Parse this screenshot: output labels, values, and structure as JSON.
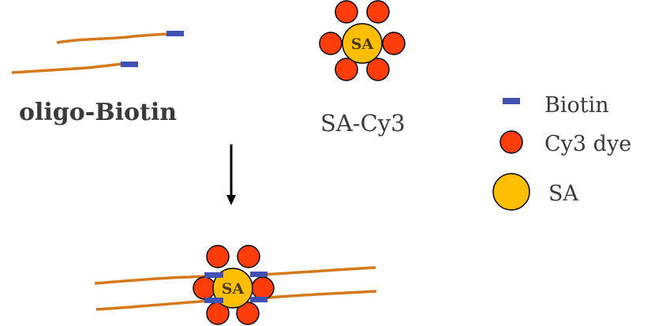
{
  "labels": {
    "oligo_biotin": "oligo-Biotin",
    "sa_cy3": "SA-Cy3",
    "sa_top": "SA",
    "sa_bottom": "SA"
  },
  "legend": {
    "biotin": "Biotin",
    "cy3": "Cy3 dye",
    "sa": "SA"
  },
  "colors": {
    "strand": "#d47a1c",
    "biotin": "#3f51b5",
    "cy3": "#ff3d0a",
    "sa": "#ffbf00",
    "outline": "#000000",
    "arrow": "#000000"
  }
}
